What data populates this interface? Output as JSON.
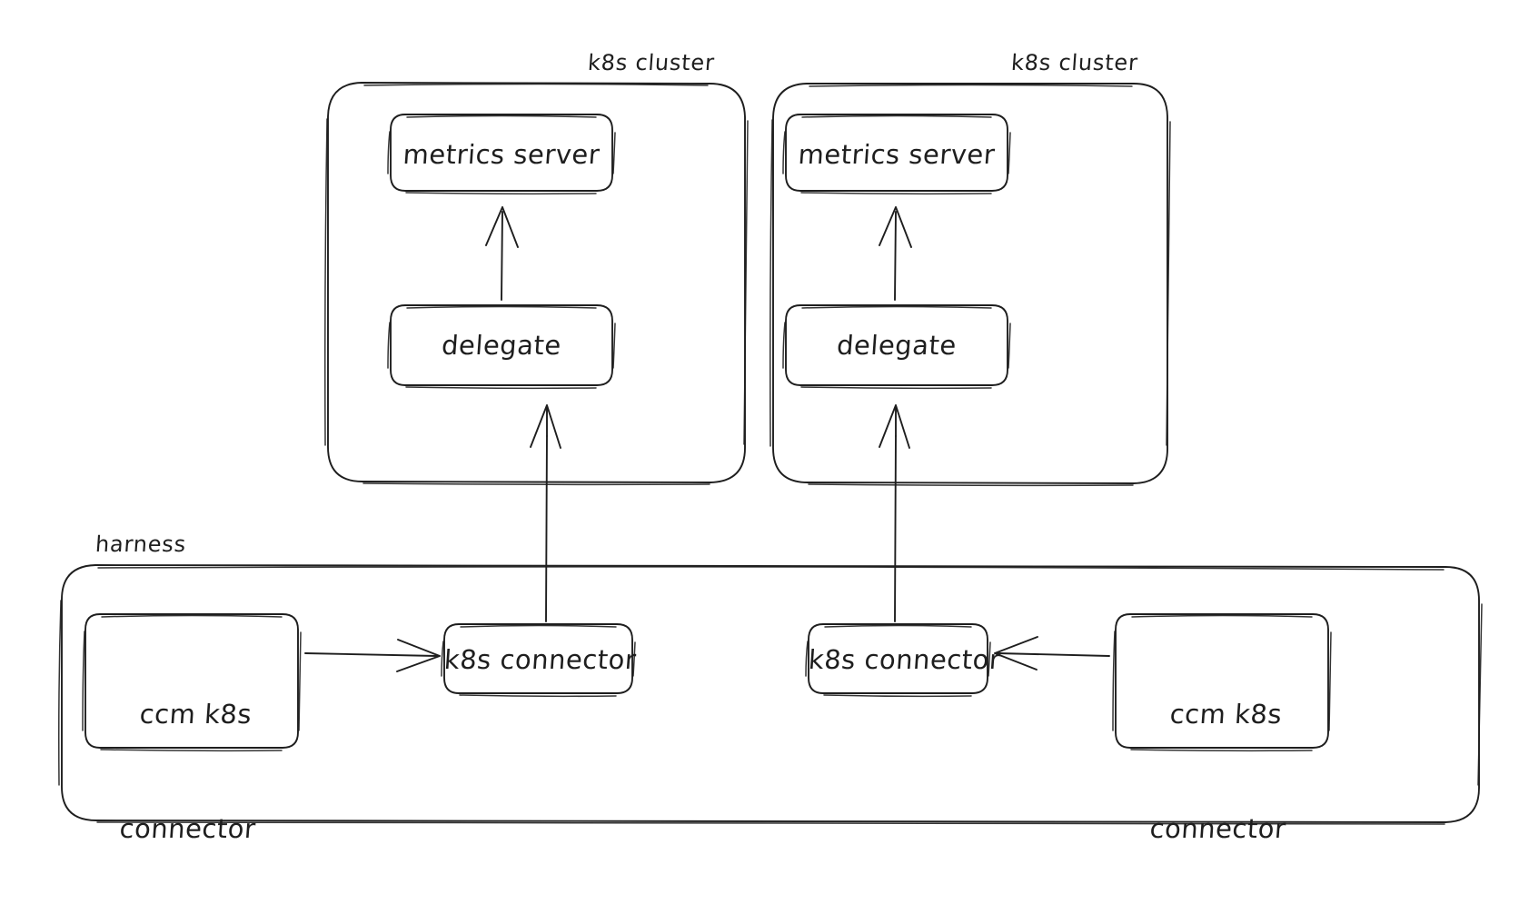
{
  "diagram": {
    "title": "harness ccm k8s connector to k8s cluster metrics flow",
    "style": "hand-drawn",
    "stroke_color": "#1e1e1e",
    "background_color": "#ffffff"
  },
  "groups": {
    "cluster_left": {
      "label": "k8s cluster"
    },
    "cluster_right": {
      "label": "k8s cluster"
    },
    "harness": {
      "label": "harness"
    }
  },
  "nodes": {
    "metrics_server_left": {
      "label": "metrics server"
    },
    "delegate_left": {
      "label": "delegate"
    },
    "metrics_server_right": {
      "label": "metrics server"
    },
    "delegate_right": {
      "label": "delegate"
    },
    "ccm_connector_left": {
      "line1": "ccm k8s",
      "line2": "connector"
    },
    "k8s_connector_left": {
      "label": "k8s connector"
    },
    "k8s_connector_right": {
      "label": "k8s connector"
    },
    "ccm_connector_right": {
      "line1": "ccm k8s",
      "line2": "connector"
    }
  },
  "edges": [
    {
      "name": "delegate-left-to-metrics-server-left",
      "from": "delegate_left",
      "to": "metrics_server_left",
      "direction": "up"
    },
    {
      "name": "delegate-right-to-metrics-server-right",
      "from": "delegate_right",
      "to": "metrics_server_right",
      "direction": "up"
    },
    {
      "name": "k8s-connector-left-to-delegate-left",
      "from": "k8s_connector_left",
      "to": "delegate_left",
      "direction": "up"
    },
    {
      "name": "k8s-connector-right-to-delegate-right",
      "from": "k8s_connector_right",
      "to": "delegate_right",
      "direction": "up"
    },
    {
      "name": "ccm-connector-left-to-k8s-connector-left",
      "from": "ccm_connector_left",
      "to": "k8s_connector_left",
      "direction": "right"
    },
    {
      "name": "ccm-connector-right-to-k8s-connector-right",
      "from": "ccm_connector_right",
      "to": "k8s_connector_right",
      "direction": "left"
    }
  ]
}
